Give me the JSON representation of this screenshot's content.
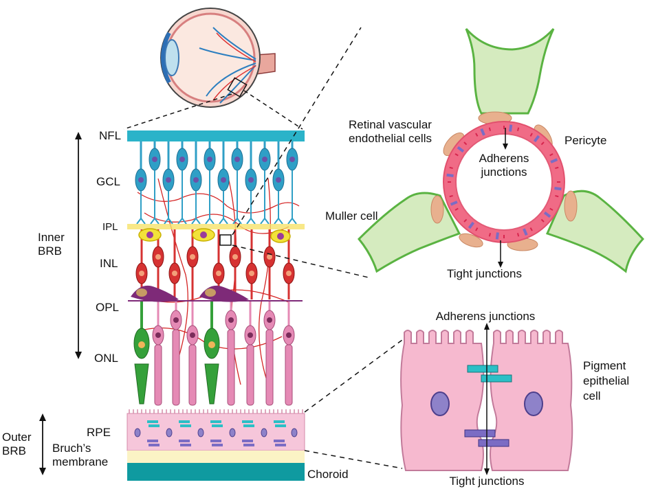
{
  "layer_labels": {
    "nfl": "NFL",
    "gcl": "GCL",
    "ipl": "IPL",
    "inl": "INL",
    "opl": "OPL",
    "onl": "ONL",
    "rpe": "RPE",
    "bruch_line1": "Bruch’s",
    "bruch_line2": "membrane",
    "choroid": "Choroid"
  },
  "barrier_labels": {
    "inner_line1": "Inner",
    "inner_line2": "BRB",
    "outer_line1": "Outer",
    "outer_line2": "BRB"
  },
  "inner_brb_panel": {
    "endothelial_line1": "Retinal vascular",
    "endothelial_line2": "endothelial cells",
    "adherens_line1": "Adherens",
    "adherens_line2": "junctions",
    "pericyte": "Pericyte",
    "muller": "Muller cell",
    "tight": "Tight junctions"
  },
  "outer_brb_panel": {
    "adherens": "Adherens junctions",
    "pigment_line1": "Pigment",
    "pigment_line2": "epithelial",
    "pigment_line3": "cell",
    "tight": "Tight junctions"
  },
  "colors": {
    "nfl_band": "#2bb3c9",
    "ganglion_cell": "#2f9fc6",
    "bipolar_cell": "#d63232",
    "photoreceptor": "#e58ab5",
    "cone": "#35a03a",
    "amacrine": "#f2e23a",
    "horizontal": "#7e2a78",
    "rpe": "#f6c6da",
    "bruch": "#fbf3c5",
    "choroid": "#0f9aa0",
    "vessel_wall": "#f06b86",
    "muller_fill": "#d5ebbf",
    "muller_edge": "#5ab342",
    "tight_junction": "#7b6cc4",
    "adherens_junction": "#2bbfc6"
  }
}
